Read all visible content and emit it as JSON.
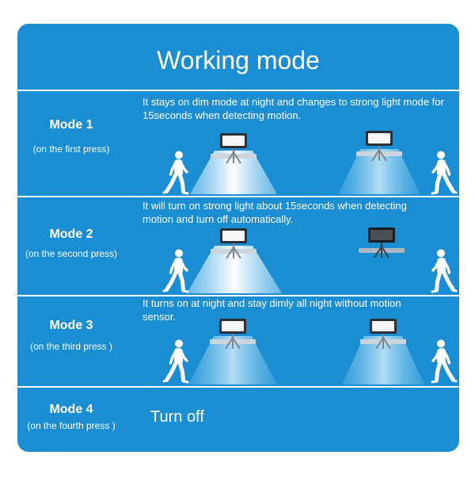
{
  "title": "Working mode",
  "modes": [
    {
      "name": "Mode 1",
      "press": "(on the first press)",
      "description": [
        "It stays on dim mode at night and changes to strong light mode for",
        "15seconds when detecting motion."
      ]
    },
    {
      "name": "Mode 2",
      "press": "(on the second press)",
      "description": [
        "It will turn on strong light about 15seconds when detecting",
        "motion and turn off automatically."
      ]
    },
    {
      "name": "Mode 3",
      "press": "(on the third press )",
      "description": [
        "It turns on at night and stay dimly all night without motion",
        "sensor."
      ]
    },
    {
      "name": "Mode 4",
      "press": "(on the fourth press )",
      "description": [
        "Turn off"
      ]
    }
  ],
  "icons": {
    "person": "walking-person-icon",
    "lamp": "solar-lamp-icon",
    "beam": "light-beam-icon"
  },
  "colors": {
    "panel": "#1b8dd3",
    "text": "#ffffff",
    "divider": "#ffffff",
    "beam_bright": "#ffffff",
    "beam_dim": "#cdebfa"
  }
}
